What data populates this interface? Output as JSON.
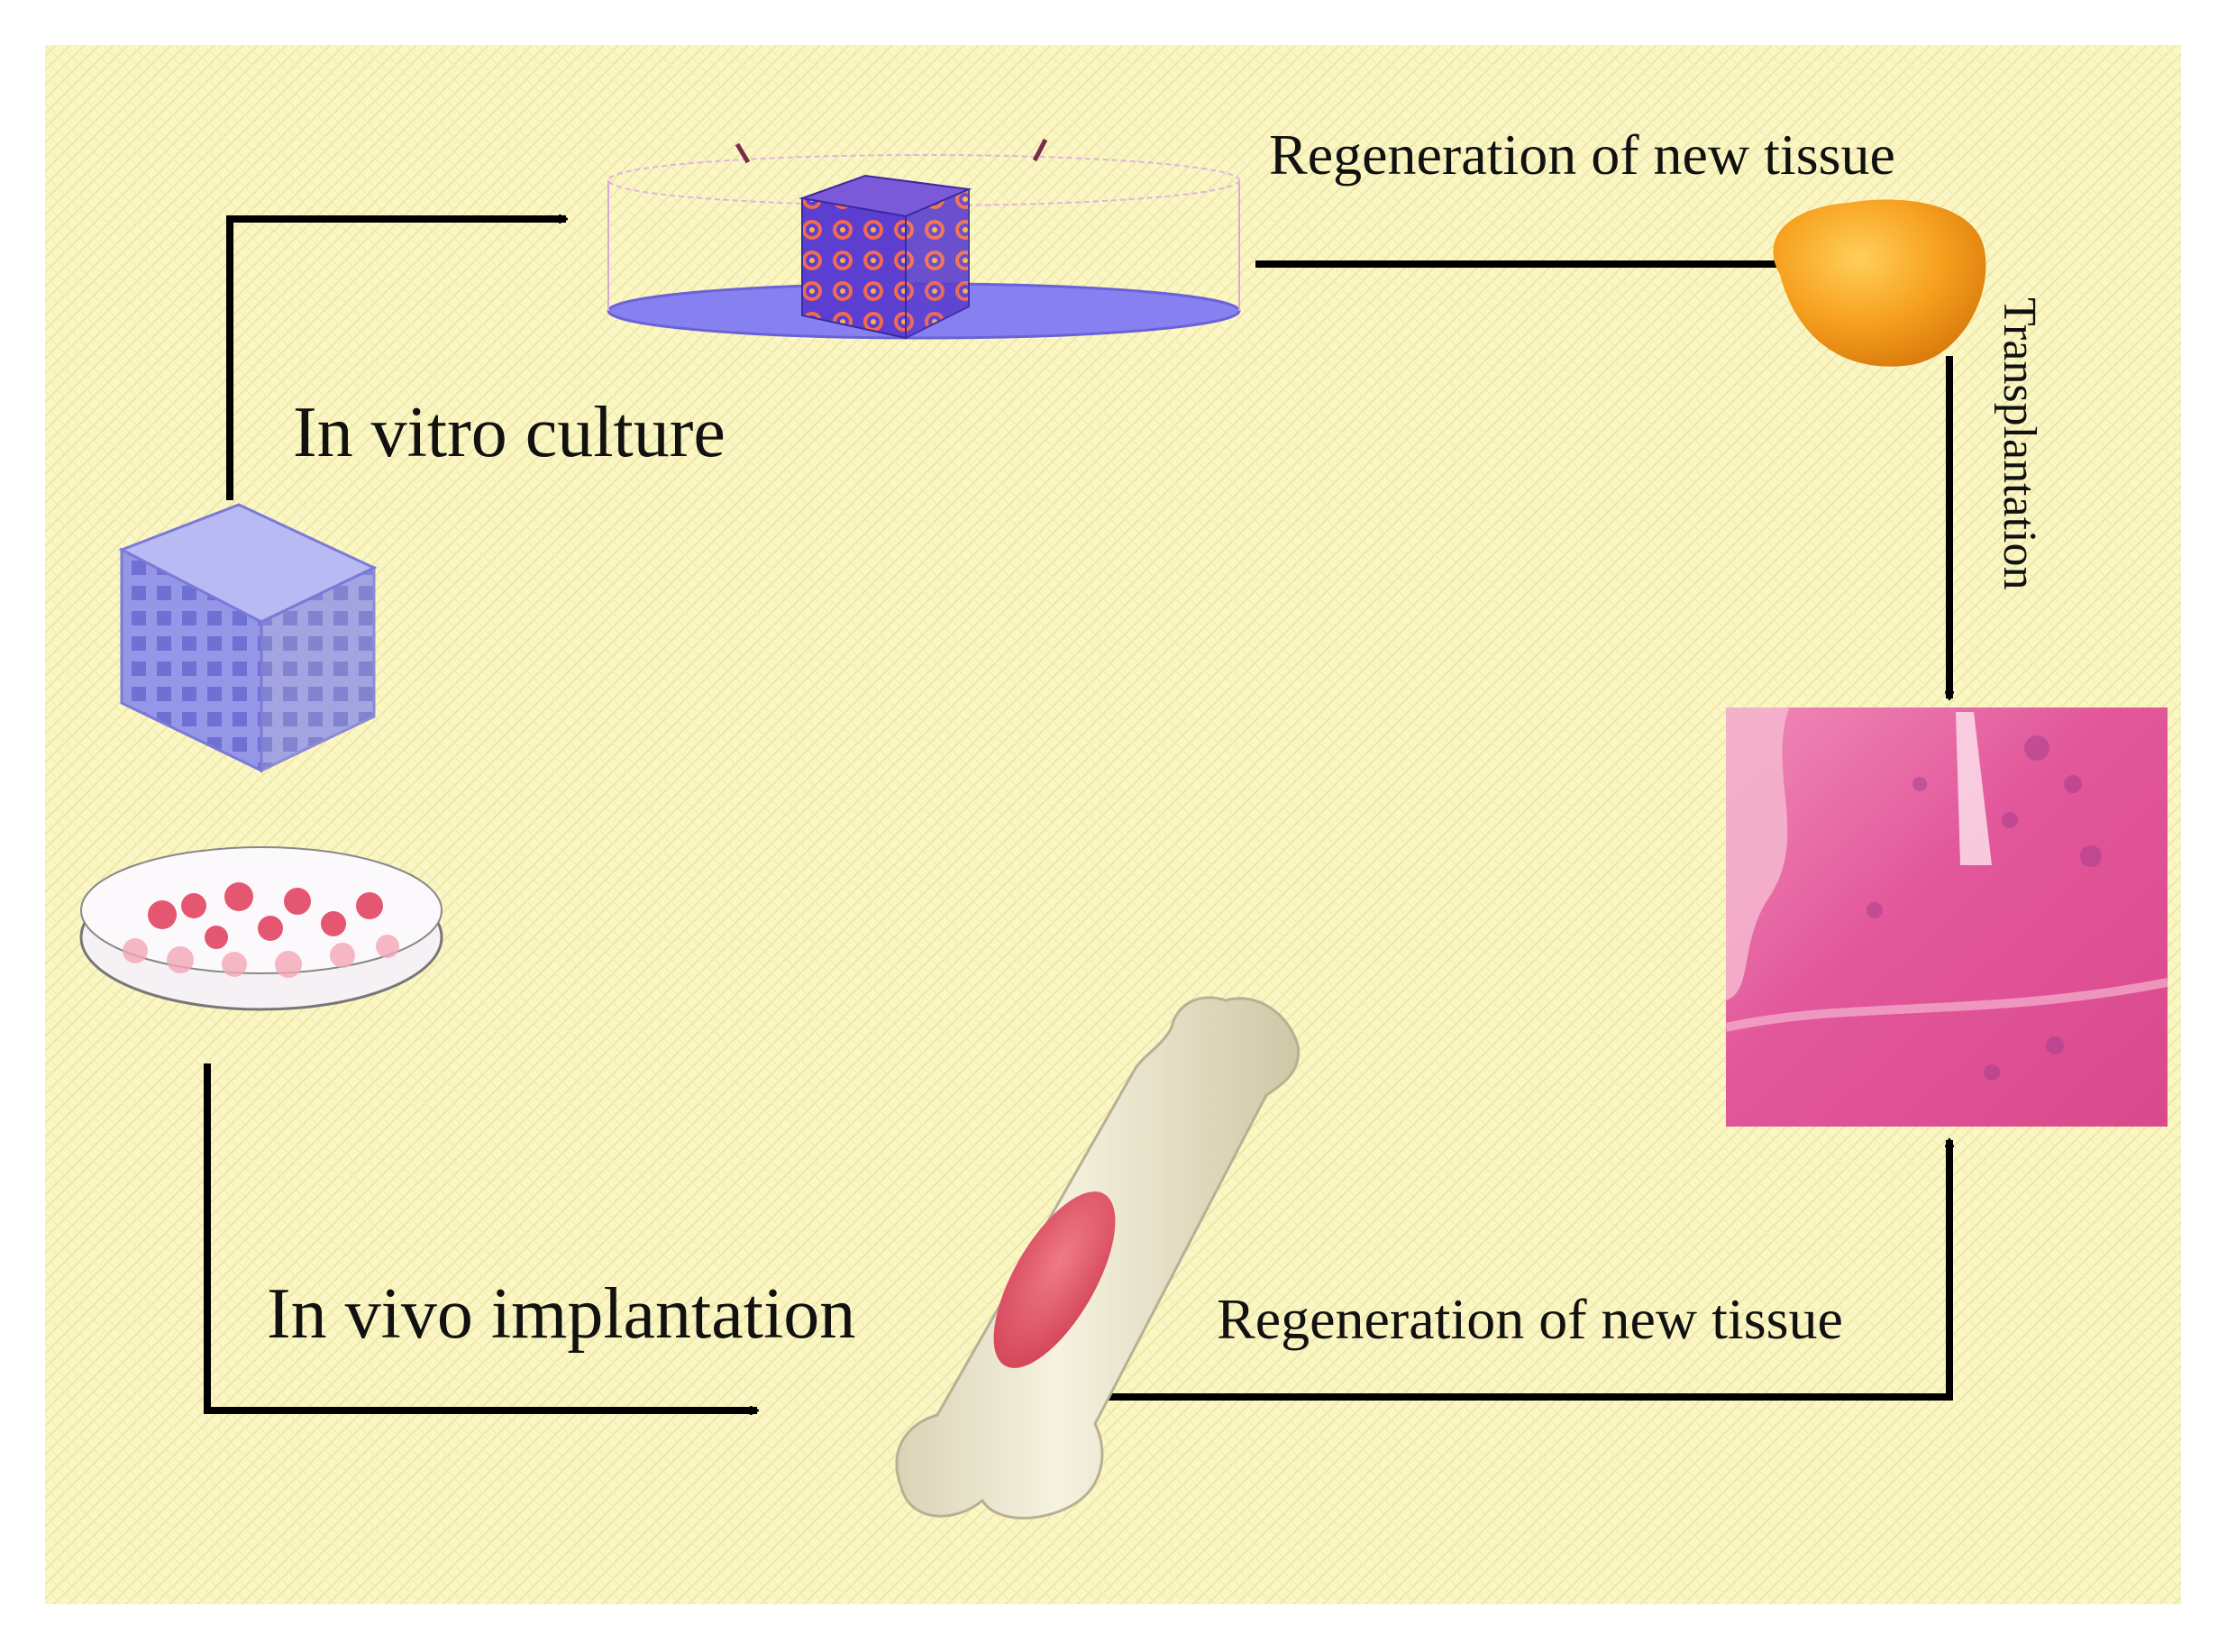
{
  "labels": {
    "top_regeneration": "Regeneration of new tissue",
    "in_vitro": "In vitro culture",
    "in_vivo": "In vivo implantation",
    "bottom_regeneration": "Regeneration of new tissue",
    "transplantation": "Transplantation"
  },
  "colors": {
    "background": "#fbf7c4",
    "pattern": "#f0e7a6",
    "arrow": "#000000",
    "scaffold": "#8e8fe6",
    "cell_red": "#e23a5a",
    "tissue_orange": "#f59a1a",
    "histology_pink": "#e8579a",
    "bone": "#f1ecd3",
    "implant_red": "#e45a6c"
  },
  "icons": [
    "porous-scaffold-icon",
    "cell-culture-dish-icon",
    "seeded-scaffold-in-dish-icon",
    "regenerated-tissue-icon",
    "histology-section-icon",
    "bone-with-implant-icon"
  ]
}
